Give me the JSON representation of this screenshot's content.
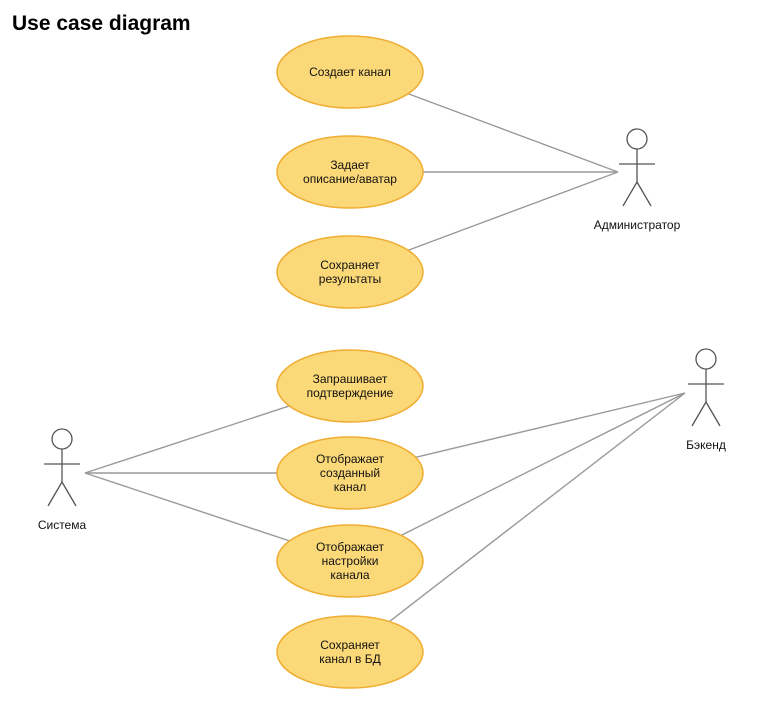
{
  "title": "Use case diagram",
  "actors": [
    {
      "id": "admin",
      "label": "Администратор"
    },
    {
      "id": "system",
      "label": "Система"
    },
    {
      "id": "backend",
      "label": "Бэкенд"
    }
  ],
  "use_cases": [
    {
      "id": "uc1",
      "lines": [
        "Создает канал"
      ]
    },
    {
      "id": "uc2",
      "lines": [
        "Задает",
        "описание/аватар"
      ]
    },
    {
      "id": "uc3",
      "lines": [
        "Сохраняет",
        "результаты"
      ]
    },
    {
      "id": "uc4",
      "lines": [
        "Запрашивает",
        "подтверждение"
      ]
    },
    {
      "id": "uc5",
      "lines": [
        "Отображает",
        "созданный",
        "канал"
      ]
    },
    {
      "id": "uc6",
      "lines": [
        "Отображает",
        "настройки",
        "канала"
      ]
    },
    {
      "id": "uc7",
      "lines": [
        "Сохраняет",
        "канал в БД"
      ]
    }
  ],
  "associations": [
    {
      "actor": "admin",
      "use_case": "uc1"
    },
    {
      "actor": "admin",
      "use_case": "uc2"
    },
    {
      "actor": "admin",
      "use_case": "uc3"
    },
    {
      "actor": "system",
      "use_case": "uc4"
    },
    {
      "actor": "system",
      "use_case": "uc5"
    },
    {
      "actor": "system",
      "use_case": "uc6"
    },
    {
      "actor": "backend",
      "use_case": "uc5"
    },
    {
      "actor": "backend",
      "use_case": "uc6"
    },
    {
      "actor": "backend",
      "use_case": "uc7"
    }
  ]
}
